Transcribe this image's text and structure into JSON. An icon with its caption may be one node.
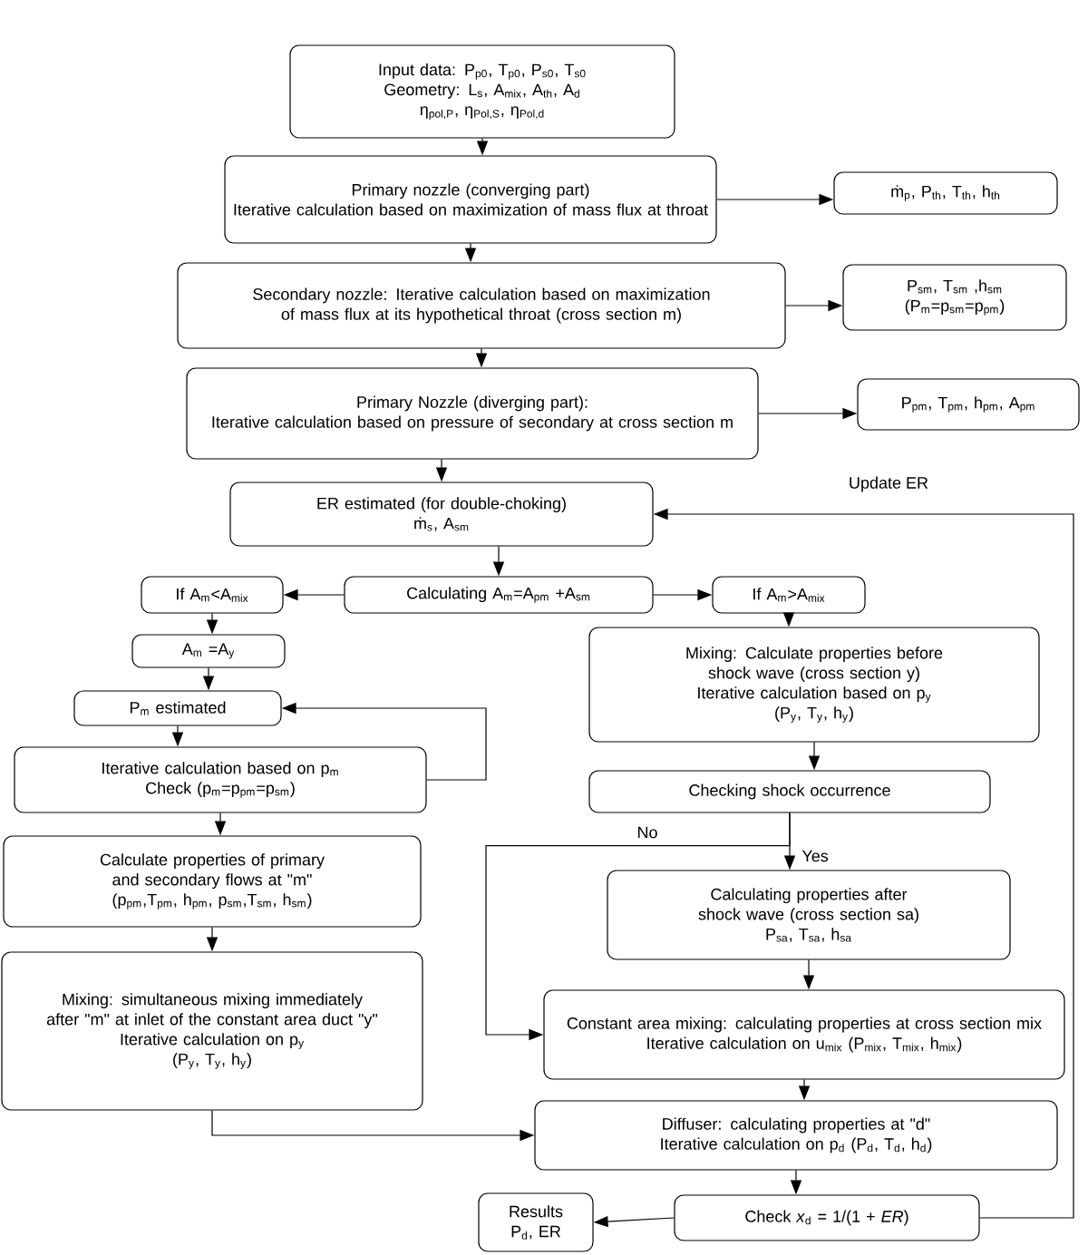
{
  "diagram": {
    "nodes": [
      {
        "text": [
          "Input data: P$_{p0}$, T$_{p0}$, P$_{s0}$, T$_{s0}$",
          "Geometry: L$_{s}$, A$_{mix}$, A$_{th}$, A$_{d}$",
          "η$_{pol,P}$, η$_{Pol,S}$, η$_{Pol,d}$"
        ]
      },
      {
        "text": [
          "Primary nozzle (converging part)",
          "Iterative calculation based on maximization of mass flux at throat"
        ]
      },
      {
        "text": [
          "ṁ$_{p}$, P$_{th}$, T$_{th}$, h$_{th}$"
        ]
      },
      {
        "text": [
          "Secondary nozzle: Iterative calculation based on maximization of mass flux at its hypothetical throat (cross section m)"
        ]
      },
      {
        "text": [
          "P$_{sm}$, T$_{sm}$ ,h$_{sm}$",
          "(P$_{m}$=p$_{sm}$=p$_{pm}$)"
        ]
      },
      {
        "text": [
          "Primary Nozzle (diverging part):",
          "Iterative calculation based on pressure of secondary at cross section m"
        ]
      },
      {
        "text": [
          "P$_{pm}$, T$_{pm}$, h$_{pm}$, A$_{pm}$"
        ]
      },
      {
        "text": [
          "ER estimated (for double-choking)",
          "ṁ$_{s}$, A$_{sm}$"
        ]
      },
      {
        "text": [
          "Calculating A$_{m}$=A$_{pm}$ +A$_{sm}$"
        ]
      },
      {
        "text": [
          "If A$_{m}$<A$_{mix}$"
        ]
      },
      {
        "text": [
          "If A$_{m}$>A$_{mix}$"
        ]
      },
      {
        "text": [
          "A$_{m}$ =A$_{y}$"
        ]
      },
      {
        "text": [
          "P$_{m}$ estimated"
        ]
      },
      {
        "text": [
          "Iterative calculation based on p$_{m}$",
          "Check (p$_{m}$=p$_{pm}$=p$_{sm}$)"
        ]
      },
      {
        "text": [
          "Calculate properties of primary and secondary flows at \"m\"",
          "(p$_{pm}$,T$_{pm}$, h$_{pm}$, p$_{sm}$,T$_{sm}$, h$_{sm}$)"
        ]
      },
      {
        "text": [
          "Mixing: simultaneous mixing immediately after \"m\" at inlet of the constant area duct \"y\"",
          "Iterative calculation on p$_{y}$",
          "(P$_{y}$, T$_{y}$, h$_{y}$)"
        ]
      },
      {
        "text": [
          "Mixing: Calculate properties before shock wave (cross section y)",
          "Iterative calculation based on p$_{y}$",
          "(P$_{y}$, T$_{y}$, h$_{y}$)"
        ]
      },
      {
        "text": [
          "Checking shock occurrence"
        ]
      },
      {
        "text": [
          "Calculating properties after shock wave (cross section sa)",
          "P$_{sa}$, T$_{sa}$, h$_{sa}$"
        ]
      },
      {
        "text": [
          "Constant area mixing: calculating properties at cross section mix",
          "Iterative calculation on u$_{mix}$ (P$_{mix}$, T$_{mix}$, h$_{mix}$)"
        ]
      },
      {
        "text": [
          "Diffuser: calculating properties at \"d\"",
          "Iterative calculation on p$_{d}$ (P$_{d}$, T$_{d}$, h$_{d}$)"
        ]
      },
      {
        "text": [
          "Check *x*$_{d}$ = 1/(1 + *ER*)"
        ]
      },
      {
        "text": [
          "Results",
          "P$_{d}$, ER"
        ]
      }
    ],
    "edges": [
      {
        "from": 0,
        "to": 1,
        "arrow": "to"
      },
      {
        "from": 1,
        "to": 2,
        "arrow": "to"
      },
      {
        "from": 1,
        "to": 3,
        "arrow": "to"
      },
      {
        "from": 3,
        "to": 4,
        "arrow": "to"
      },
      {
        "from": 3,
        "to": 5,
        "arrow": "to"
      },
      {
        "from": 5,
        "to": 6,
        "arrow": "to"
      },
      {
        "from": 5,
        "to": 7,
        "arrow": "to"
      },
      {
        "from": 7,
        "to": 8,
        "arrow": "to"
      },
      {
        "from": 8,
        "to": 9,
        "arrow": "to"
      },
      {
        "from": 8,
        "to": 10,
        "arrow": "to"
      },
      {
        "from": 9,
        "to": 11,
        "arrow": "to"
      },
      {
        "from": 11,
        "to": 12,
        "arrow": "to"
      },
      {
        "from": 12,
        "to": 13,
        "arrow": "to"
      },
      {
        "from": 13,
        "to": 12,
        "arrow": "to"
      },
      {
        "from": 13,
        "to": 14,
        "arrow": "to"
      },
      {
        "from": 14,
        "to": 15,
        "arrow": "to"
      },
      {
        "from": 15,
        "to": 20,
        "arrow": "to"
      },
      {
        "from": 10,
        "to": 16,
        "arrow": "to"
      },
      {
        "from": 16,
        "to": 17,
        "arrow": "to"
      },
      {
        "from": 17,
        "to": 18,
        "label": "Yes",
        "arrow": "to"
      },
      {
        "from": 17,
        "to": 19,
        "label": "No",
        "arrow": "to"
      },
      {
        "from": 18,
        "to": 19,
        "arrow": "to"
      },
      {
        "from": 19,
        "to": 20,
        "arrow": "to"
      },
      {
        "from": 20,
        "to": 21,
        "arrow": "to"
      },
      {
        "from": 21,
        "to": 22,
        "arrow": "to"
      },
      {
        "from": 21,
        "to": 7,
        "label": "Update ER",
        "arrow": "to"
      }
    ]
  }
}
